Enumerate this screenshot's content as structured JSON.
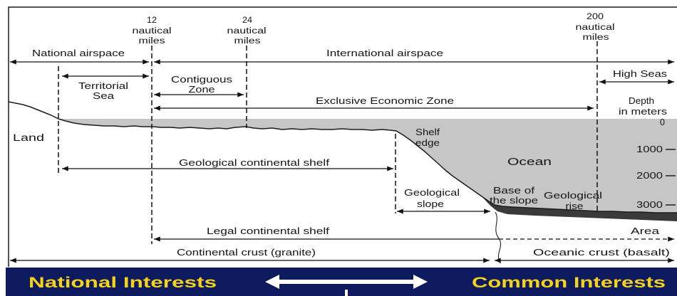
{
  "limit_markers": [
    {
      "lines": [
        "12",
        "nautical",
        "miles"
      ]
    },
    {
      "lines": [
        "24",
        "nautical",
        "miles"
      ]
    },
    {
      "lines": [
        "200",
        "nautical",
        "miles"
      ]
    }
  ],
  "airspace": {
    "national": "National airspace",
    "international": "International airspace"
  },
  "maritime_zones": {
    "territorial_sea": [
      "Territorial",
      "Sea"
    ],
    "contiguous_zone": [
      "Contiguous",
      "Zone"
    ],
    "high_seas": "High Seas",
    "exclusive_economic_zone": "Exclusive Economic Zone"
  },
  "depth_scale": {
    "title": [
      "Depth",
      "in meters"
    ],
    "ticks": [
      "0",
      "1000",
      "2000",
      "3000"
    ]
  },
  "features": {
    "land": "Land",
    "ocean": "Ocean",
    "shelf_edge": [
      "Shelf",
      "edge"
    ],
    "base_of_slope": [
      "Base of",
      "the slope"
    ],
    "geological_rise": [
      "Geological",
      "rise"
    ]
  },
  "seabed_zones": {
    "geological_continental_shelf": "Geological continental shelf",
    "geological_slope": [
      "Geological",
      "slope"
    ],
    "legal_continental_shelf": "Legal continental shelf",
    "area": "Area",
    "continental_crust": "Continental crust (granite)",
    "oceanic_crust": "Oceanic crust (basalt)"
  },
  "banner": {
    "left": "National Interests",
    "right": "Common Interests"
  },
  "colors": {
    "ocean": "#c6c6c6",
    "sediment": "#3a3a3a",
    "banner_background": "#0d1b5e",
    "banner_text": "#f6d21a",
    "banner_arrow": "#ffffff"
  }
}
